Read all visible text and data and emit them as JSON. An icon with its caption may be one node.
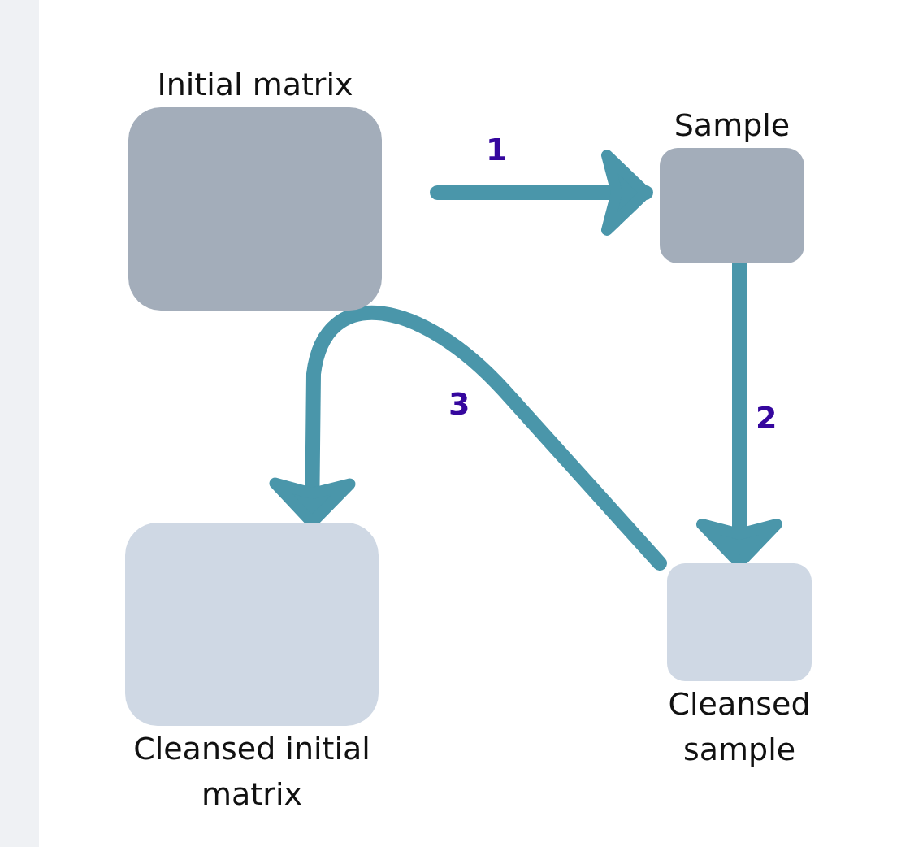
{
  "diagram": {
    "nodes": [
      {
        "text": [
          "Initial matrix"
        ]
      },
      {
        "text": [
          "Sample"
        ]
      },
      {
        "text": [
          "Cleansed sample"
        ]
      },
      {
        "text": [
          "Cleansed initial matrix"
        ]
      }
    ],
    "edges": [
      {
        "from": 0,
        "to": 1,
        "arrow": "to",
        "label": "1"
      },
      {
        "from": 1,
        "to": 2,
        "arrow": "to",
        "label": "2"
      },
      {
        "from": 2,
        "to": 3,
        "arrow": "to",
        "label": "3"
      }
    ]
  }
}
